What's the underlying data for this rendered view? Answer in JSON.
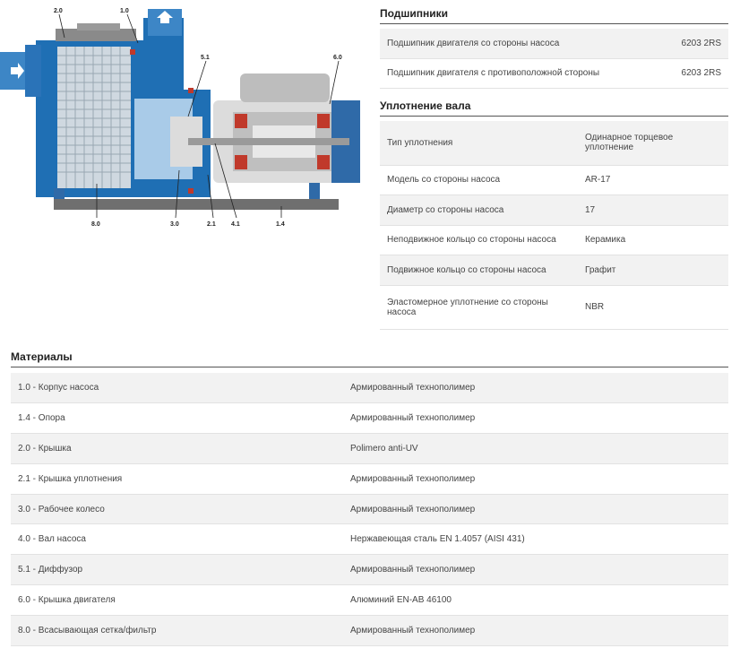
{
  "diagram": {
    "callouts": [
      "2.0",
      "1.0",
      "5.1",
      "6.0",
      "8.0",
      "3.0",
      "2.1",
      "4.1",
      "1.4"
    ]
  },
  "bearings": {
    "title": "Подшипники",
    "rows": [
      {
        "label": "Подшипник двигателя со стороны насоса",
        "value": "6203 2RS"
      },
      {
        "label": "Подшипник двигателя с противоположной стороны",
        "value": "6203 2RS"
      }
    ]
  },
  "seal": {
    "title": "Уплотнение вала",
    "rows": [
      {
        "label": "Тип уплотнения",
        "value": "Одинарное торцевое уплотнение"
      },
      {
        "label": "Модель со стороны насоса",
        "value": "AR-17"
      },
      {
        "label": "Диаметр со стороны насоса",
        "value": "17"
      },
      {
        "label": "Неподвижное кольцо со стороны насоса",
        "value": "Керамика"
      },
      {
        "label": "Подвижное кольцо со стороны насоса",
        "value": "Графит"
      },
      {
        "label": "Эластомерное уплотнение со стороны насоса",
        "value": "NBR"
      }
    ]
  },
  "materials": {
    "title": "Материалы",
    "rows": [
      {
        "label": "1.0 - Корпус насоса",
        "value": "Армированный технополимер"
      },
      {
        "label": "1.4 - Опора",
        "value": "Армированный технополимер"
      },
      {
        "label": "2.0 - Крышка",
        "value": "Polimero anti-UV"
      },
      {
        "label": "2.1 - Крышка уплотнения",
        "value": "Армированный технополимер"
      },
      {
        "label": "3.0 - Рабочее колесо",
        "value": "Армированный технополимер"
      },
      {
        "label": "4.0 - Вал насоса",
        "value": "Нержавеющая сталь EN 1.4057 (AISI 431)"
      },
      {
        "label": "5.1 - Диффузор",
        "value": "Армированный технополимер"
      },
      {
        "label": "6.0 - Крышка двигателя",
        "value": "Алюминий EN-AB 46100"
      },
      {
        "label": "8.0 - Всасывающая сетка/фильтр",
        "value": "Армированный технополимер"
      }
    ]
  }
}
